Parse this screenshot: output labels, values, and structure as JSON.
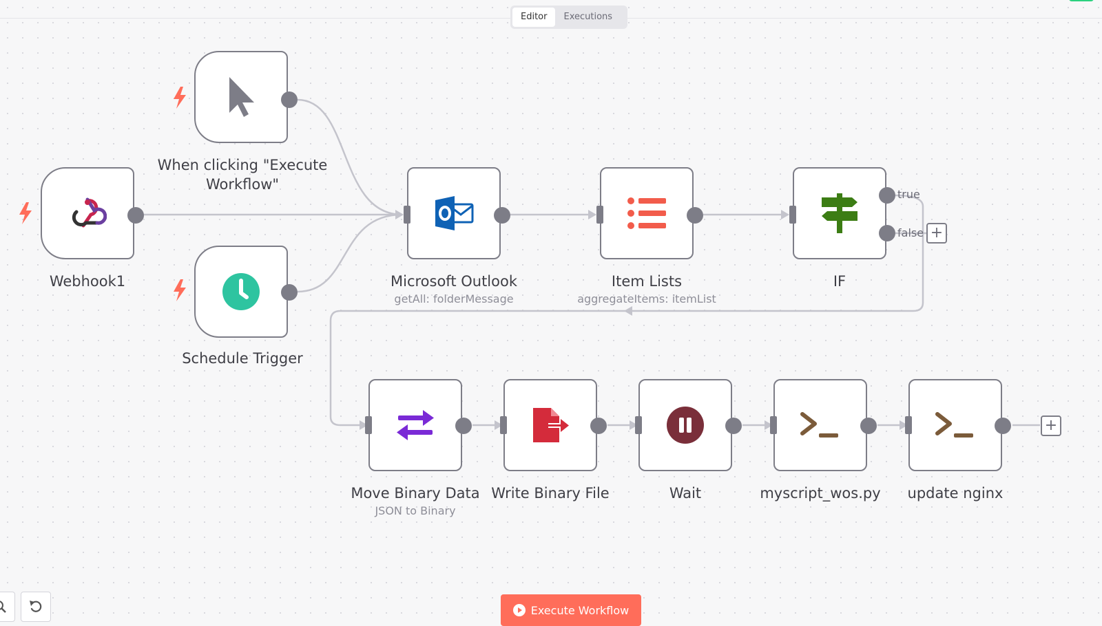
{
  "tabs": [
    {
      "label": "Editor",
      "active": true
    },
    {
      "label": "Executions",
      "active": false
    }
  ],
  "nodes": {
    "manual": {
      "label": "When clicking \"Execute Workflow\"",
      "icon": "cursor-icon"
    },
    "webhook": {
      "label": "Webhook1",
      "icon": "webhook-icon"
    },
    "schedule": {
      "label": "Schedule Trigger",
      "icon": "clock-icon"
    },
    "outlook": {
      "label": "Microsoft Outlook",
      "sublabel": "getAll: folderMessage",
      "icon": "outlook-icon"
    },
    "itemlists": {
      "label": "Item Lists",
      "sublabel": "aggregateItems: itemList",
      "icon": "list-icon"
    },
    "if": {
      "label": "IF",
      "icon": "signpost-icon",
      "branches": [
        "true",
        "false"
      ]
    },
    "movebinary": {
      "label": "Move Binary Data",
      "sublabel": "JSON to Binary",
      "icon": "swap-arrows-icon"
    },
    "writebinary": {
      "label": "Write Binary File",
      "icon": "file-export-icon"
    },
    "wait": {
      "label": "Wait",
      "icon": "pause-icon"
    },
    "myscript": {
      "label": "myscript_wos.py",
      "icon": "terminal-icon"
    },
    "nginx": {
      "label": "update nginx",
      "icon": "terminal-icon"
    }
  },
  "execute_button": {
    "label": "Execute Workflow"
  },
  "colors": {
    "accent": "#ff6d5a",
    "node_border": "#7d7d87",
    "outlook": "#0f62b5",
    "item_lists": "#f25c4b",
    "if": "#3c7d14",
    "move_binary": "#7a2ad6",
    "write_binary": "#d42b3b",
    "wait": "#7a2f3a",
    "terminal": "#7b5b3a",
    "schedule": "#2ec4a0"
  }
}
